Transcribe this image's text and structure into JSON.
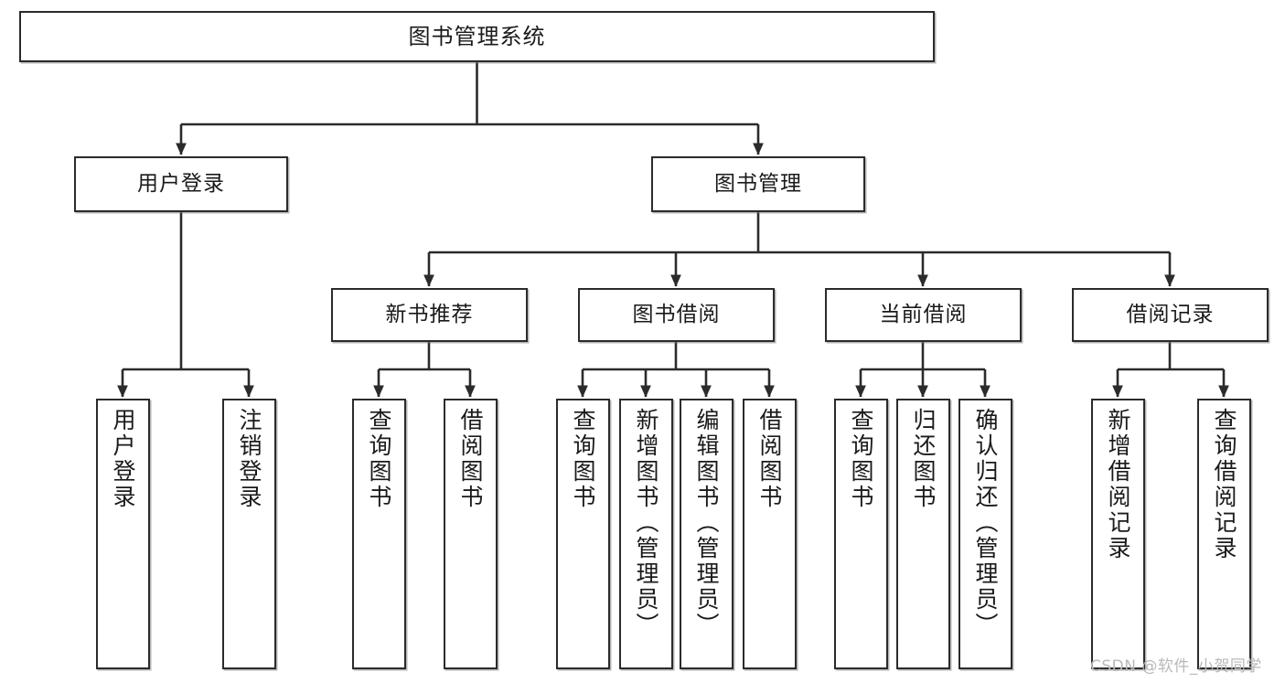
{
  "diagram": {
    "type": "tree-hierarchy",
    "title": "图书管理系统",
    "orientation": "top-down",
    "colors": {
      "box_border": "#2b2b2b",
      "box_fill": "#ffffff",
      "connector": "#2b2b2b",
      "text": "#1a1a1a",
      "watermark": "#b9b9b9"
    },
    "levels": {
      "root": {
        "label": "图书管理系统"
      },
      "level2": [
        {
          "id": "user-login",
          "label": "用户登录"
        },
        {
          "id": "book-manage",
          "label": "图书管理"
        }
      ],
      "level3": [
        {
          "id": "new-book-recommend",
          "label": "新书推荐",
          "parent": "book-manage"
        },
        {
          "id": "book-borrow",
          "label": "图书借阅",
          "parent": "book-manage"
        },
        {
          "id": "current-borrow",
          "label": "当前借阅",
          "parent": "book-manage"
        },
        {
          "id": "borrow-record",
          "label": "借阅记录",
          "parent": "book-manage"
        }
      ],
      "leaves": [
        {
          "id": "leaf-user-login",
          "label": "用户登录",
          "parent": "user-login"
        },
        {
          "id": "leaf-logout-login",
          "label": "注销登录",
          "parent": "user-login"
        },
        {
          "id": "leaf-query-book-1",
          "label": "查询图书",
          "parent": "new-book-recommend"
        },
        {
          "id": "leaf-borrow-book-1",
          "label": "借阅图书",
          "parent": "new-book-recommend"
        },
        {
          "id": "leaf-query-book-2",
          "label": "查询图书",
          "parent": "book-borrow"
        },
        {
          "id": "leaf-add-book",
          "label": "新增图书（管理员）",
          "parent": "book-borrow"
        },
        {
          "id": "leaf-edit-book",
          "label": "编辑图书（管理员）",
          "parent": "book-borrow"
        },
        {
          "id": "leaf-borrow-book-2",
          "label": "借阅图书",
          "parent": "book-borrow"
        },
        {
          "id": "leaf-query-book-3",
          "label": "查询图书",
          "parent": "current-borrow"
        },
        {
          "id": "leaf-return-book",
          "label": "归还图书",
          "parent": "current-borrow"
        },
        {
          "id": "leaf-confirm-return",
          "label": "确认归还（管理员）",
          "parent": "current-borrow"
        },
        {
          "id": "leaf-add-record",
          "label": "新增借阅记录",
          "parent": "borrow-record"
        },
        {
          "id": "leaf-query-record",
          "label": "查询借阅记录",
          "parent": "borrow-record"
        }
      ]
    },
    "watermark": "CSDN @软件_小贺同学"
  }
}
